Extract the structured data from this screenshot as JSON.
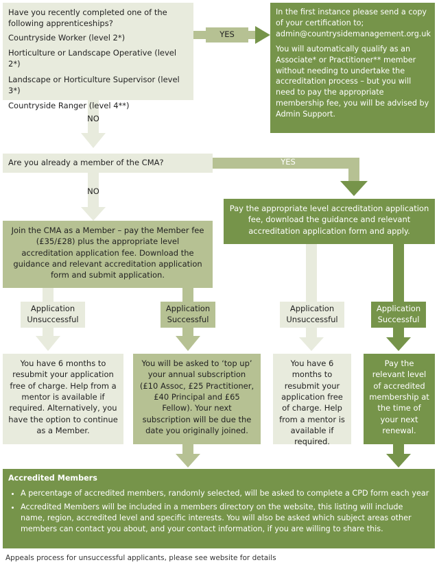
{
  "q1": {
    "question": "Have you recently completed one of the following apprenticeships?",
    "options": [
      "Countryside Worker (level 2*)",
      "Horticulture or Landscape Operative (level 2*)",
      "Landscape or Horticulture Supervisor (level 3*)",
      "Countryside Ranger (level 4**)"
    ]
  },
  "labels": {
    "yes": "YES",
    "no": "NO"
  },
  "yes1": {
    "line1": "In the first instance please send a copy of your certification to;",
    "email": "admin@countrysidemanagement.org.uk",
    "line2": "You will automatically qualify as an Associate* or Practitioner** member without needing to undertake the accreditation process – but you will need to pay the appropriate membership fee, you will be advised by Admin Support."
  },
  "q2": {
    "question": "Are you already a member of the CMA?"
  },
  "join": {
    "text": "Join the CMA as a Member – pay the Member fee (£35/£28) plus the appropriate level accreditation application fee. Download the guidance and relevant accreditation application form and submit application."
  },
  "pay": {
    "text": "Pay the appropriate level accreditation application fee, download the guidance and relevant accreditation application form and apply."
  },
  "outcomes": {
    "unsuccessful": "Application Unsuccessful",
    "successful": "Application Successful"
  },
  "res": {
    "a": "You have 6 months to resubmit your application free of charge. Help from a mentor is available if required. Alternatively, you have the option to continue as a Member.",
    "b": "You will be asked to ‘top up’ your annual subscription (£10 Assoc, £25 Practitioner, £40 Principal and £65 Fellow). Your next subscription will be due the date you originally joined.",
    "c": "You have 6 months to resubmit your application free of charge. Help from a mentor is available if required.",
    "d": "Pay the relevant level of accredited membership at the time of your next renewal."
  },
  "accredited": {
    "title": "Accredited Members",
    "bullets": [
      "A percentage of accredited members, randomly selected, will be asked to complete a CPD form each year",
      "Accredited Members will be included in a members directory on the website, this listing will include name, region, accredited level and specific interests. You will also be asked which subject areas other members can contact you about, and your contact information, if you are willing to share this."
    ]
  },
  "footnote": "Appeals process for unsuccessful applicants, please see website for details",
  "colors": {
    "light": "#e8ebdd",
    "mid": "#b6c193",
    "dark": "#76944a"
  }
}
